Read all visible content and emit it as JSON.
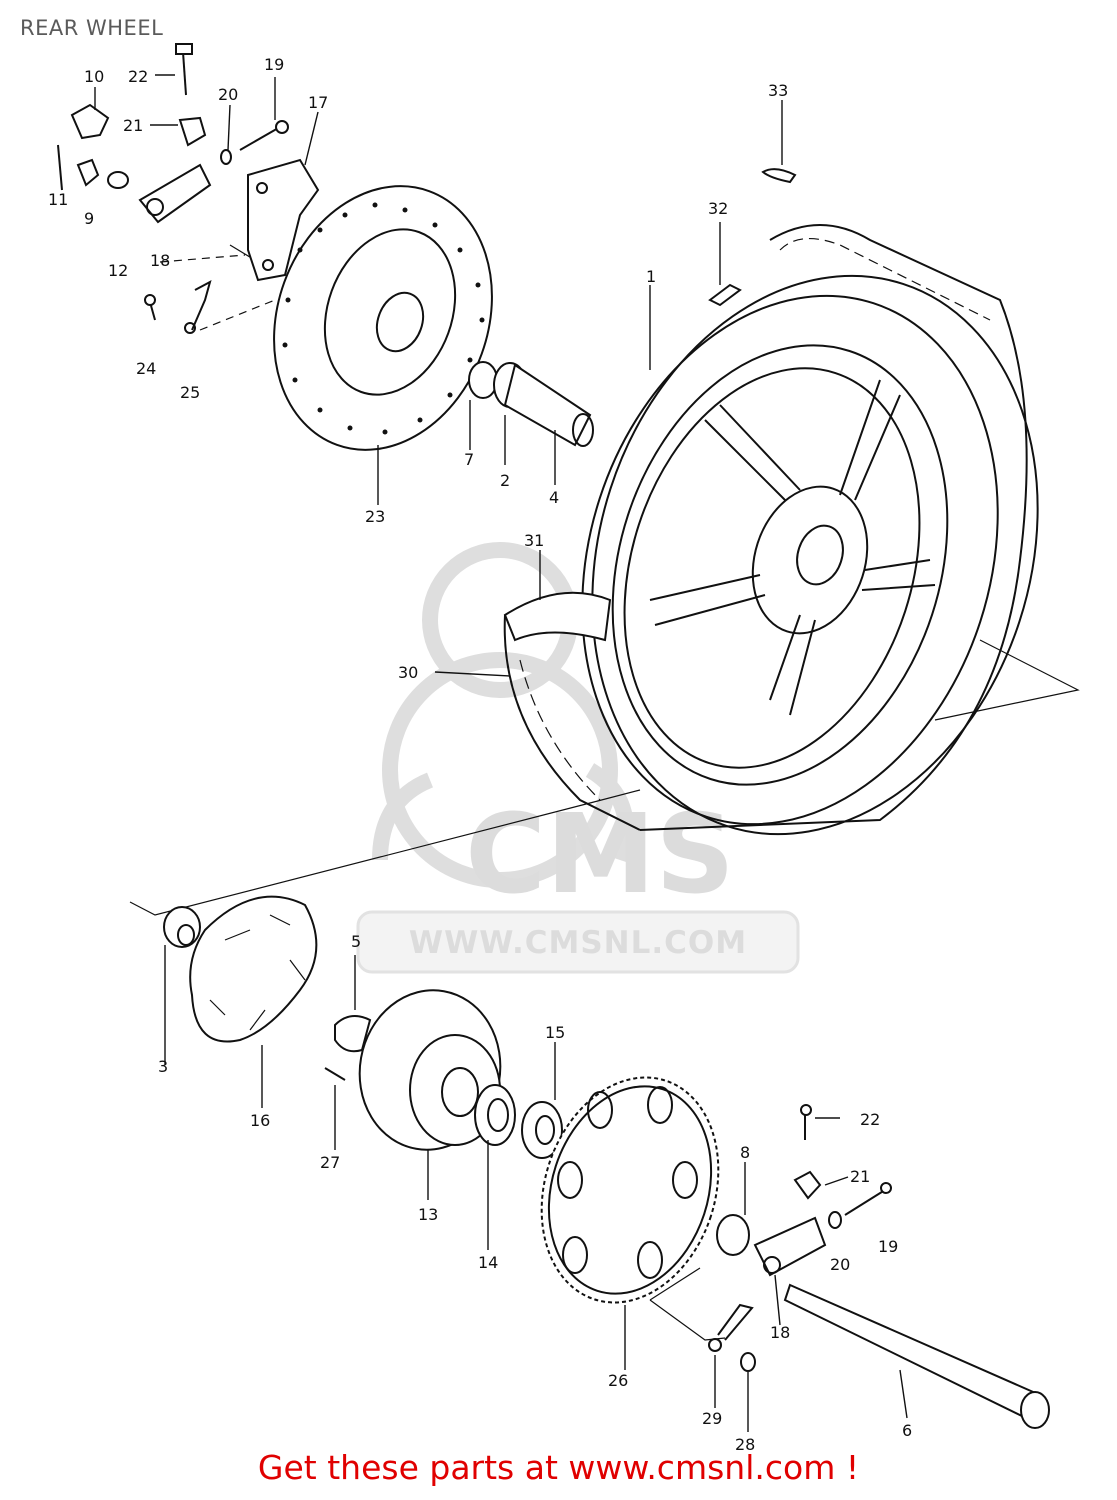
{
  "title": "REAR WHEEL",
  "watermark": {
    "logo_text": "CMS",
    "url_text": "WWW.CMSNL.COM"
  },
  "footer": {
    "text": "Get these parts at www.cmsnl.com !",
    "color": "#e00000"
  },
  "part_labels": [
    "1",
    "2",
    "3",
    "4",
    "5",
    "6",
    "7",
    "8",
    "9",
    "10",
    "11",
    "12",
    "13",
    "14",
    "15",
    "16",
    "17",
    "18",
    "19",
    "20",
    "21",
    "22",
    "23",
    "24",
    "25",
    "26",
    "27",
    "28",
    "29",
    "30",
    "31",
    "32",
    "33"
  ],
  "colors": {
    "line": "#111111",
    "watermark": "#dcdcdc",
    "title": "#5a5a5a"
  }
}
